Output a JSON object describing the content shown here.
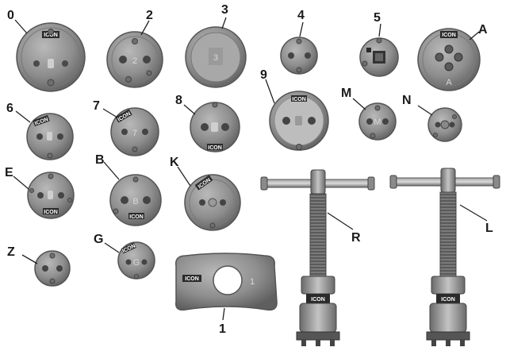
{
  "brand": "ICON",
  "parts": [
    {
      "id": "0",
      "label": "0"
    },
    {
      "id": "2",
      "label": "2",
      "engraving": "2"
    },
    {
      "id": "3",
      "label": "3"
    },
    {
      "id": "4",
      "label": "4"
    },
    {
      "id": "5",
      "label": "5"
    },
    {
      "id": "A",
      "label": "A",
      "engraving": "A"
    },
    {
      "id": "6",
      "label": "6"
    },
    {
      "id": "7",
      "label": "7",
      "engraving": "7"
    },
    {
      "id": "8",
      "label": "8"
    },
    {
      "id": "9",
      "label": "9"
    },
    {
      "id": "M",
      "label": "M",
      "engraving": "M"
    },
    {
      "id": "N",
      "label": "N"
    },
    {
      "id": "E",
      "label": "E"
    },
    {
      "id": "B",
      "label": "B",
      "engraving": "B"
    },
    {
      "id": "K",
      "label": "K"
    },
    {
      "id": "Z",
      "label": "Z"
    },
    {
      "id": "G",
      "label": "G",
      "engraving": "G"
    },
    {
      "id": "1",
      "label": "1",
      "engraving": "1"
    },
    {
      "id": "R",
      "label": "R"
    },
    {
      "id": "L",
      "label": "L"
    }
  ]
}
